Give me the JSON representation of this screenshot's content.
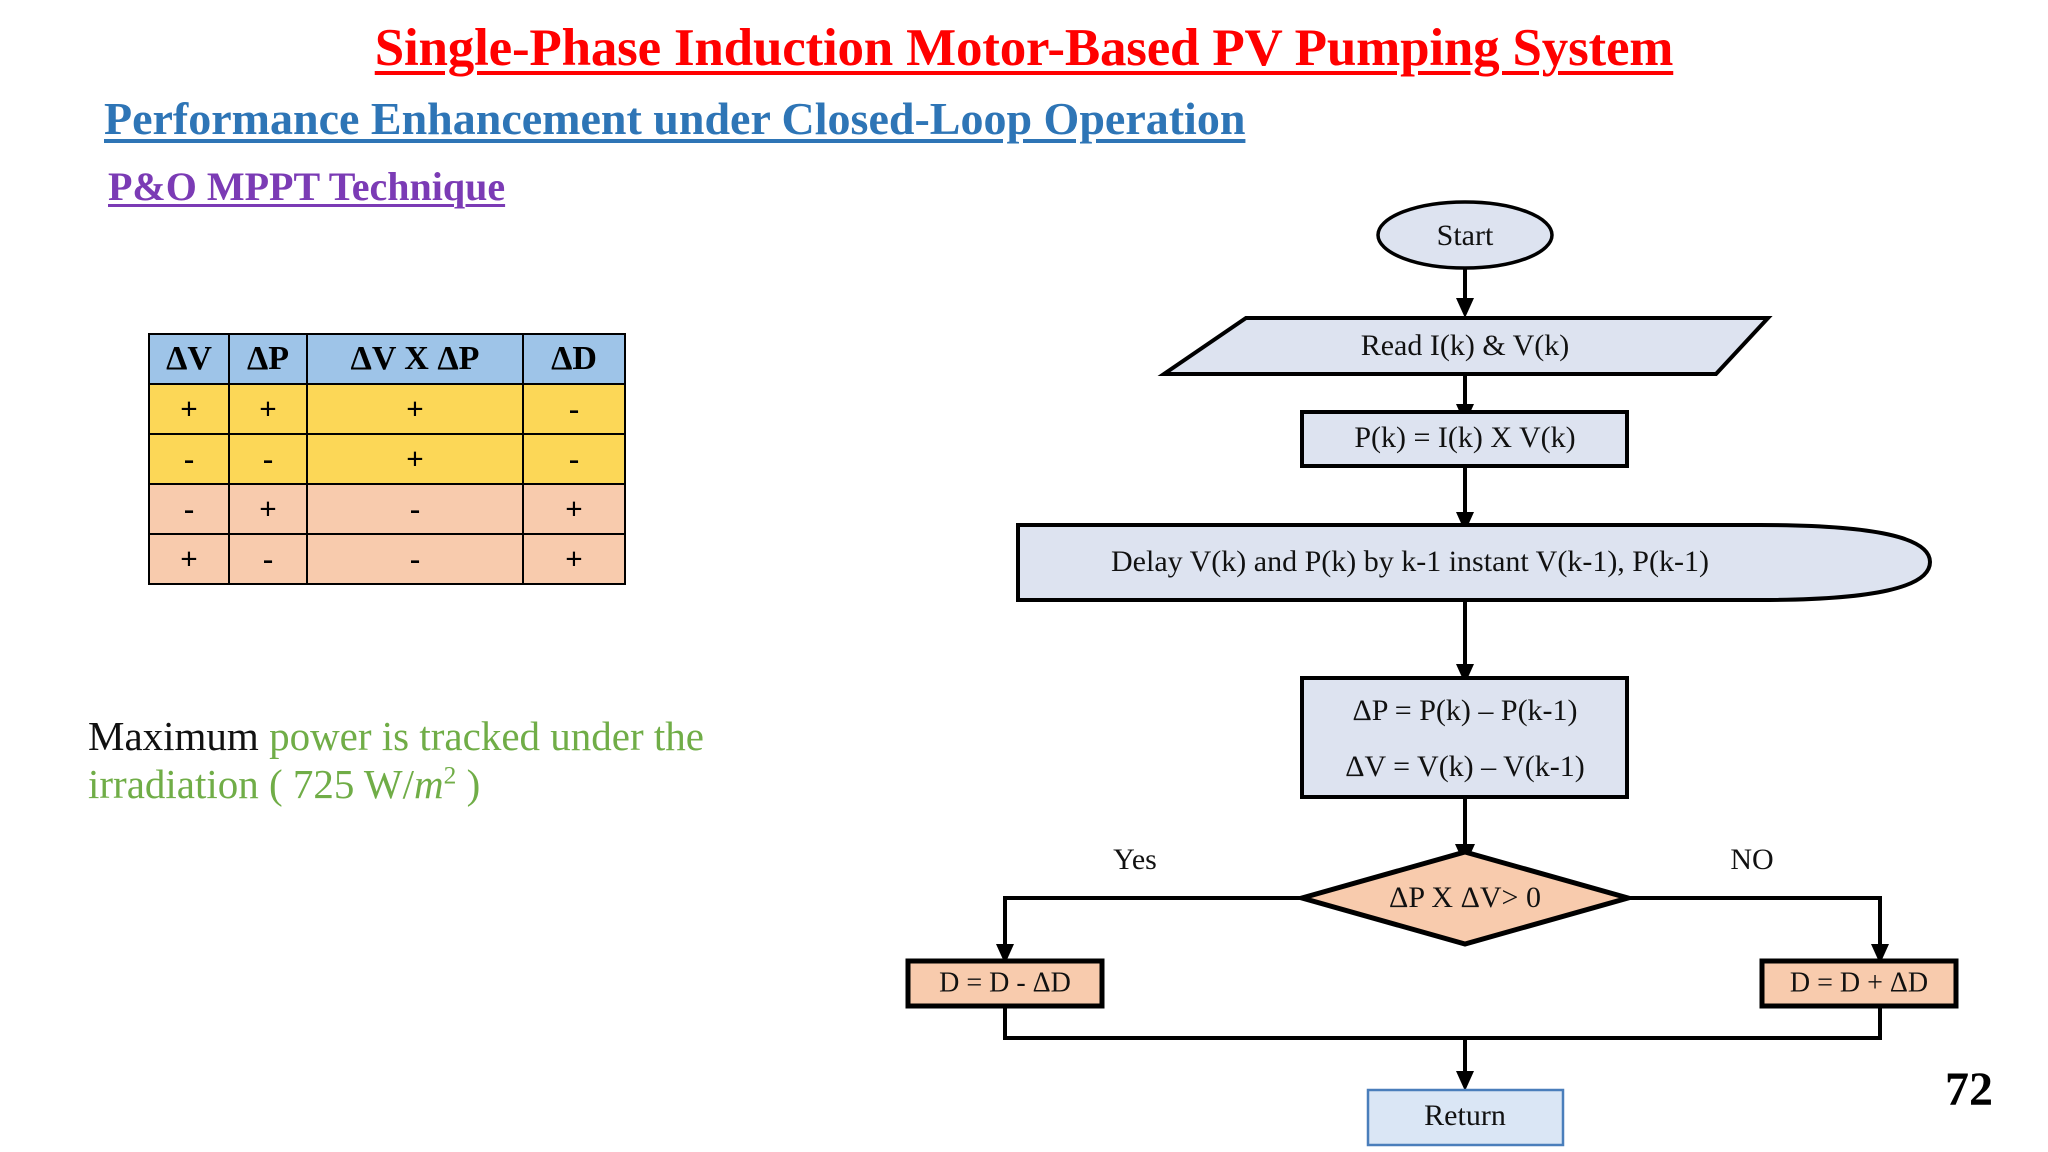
{
  "slide": {
    "title_main": "Single-Phase Induction Motor-Based PV Pumping System",
    "title_sub": "Performance Enhancement under Closed-Loop Operation",
    "title_section": "P&O MPPT Technique",
    "page_number": "72",
    "colors": {
      "title_main": "#FF0000",
      "title_sub": "#2E75B6",
      "title_section": "#7B3BB5",
      "caption_green": "#70AD47",
      "table_header_blue": "#9EC4E8",
      "table_row_yellow": "#FCD757",
      "table_row_peach": "#F8CBAD",
      "flow_fill_blue": "#DDE3F0",
      "flow_fill_peach": "#F8CBAD",
      "return_fill": "#DAE6F5",
      "return_border": "#4A7EBB"
    }
  },
  "table": {
    "headers": [
      "ΔV",
      "ΔP",
      "ΔV X ΔP",
      "ΔD"
    ],
    "rows": [
      {
        "tone": "yellow",
        "cells": [
          "+",
          "+",
          "+",
          "-"
        ]
      },
      {
        "tone": "yellow",
        "cells": [
          "-",
          "-",
          "+",
          "-"
        ]
      },
      {
        "tone": "peach",
        "cells": [
          "-",
          "+",
          "-",
          "+"
        ]
      },
      {
        "tone": "peach",
        "cells": [
          "+",
          "-",
          "-",
          "+"
        ]
      }
    ]
  },
  "caption": {
    "lead": "Maximum",
    "body_before": "power is tracked under the irradiation ( 725 W/",
    "variable": "m",
    "exponent": "2",
    "body_after": " )"
  },
  "flowchart": {
    "nodes": {
      "start": "Start",
      "read": "Read I(k) & V(k)",
      "power": "P(k) = I(k) X V(k)",
      "delay": "Delay V(k) and P(k) by k-1 instant V(k-1), P(k-1)",
      "deltas_line1": "ΔP = P(k) – P(k-1)",
      "deltas_line2": "ΔV = V(k) – V(k-1)",
      "decision": "ΔP X ΔV> 0",
      "decrease": "D = D - ΔD",
      "increase": "D = D + ΔD",
      "return": "Return"
    },
    "branch_labels": {
      "yes": "Yes",
      "no": "NO"
    }
  }
}
